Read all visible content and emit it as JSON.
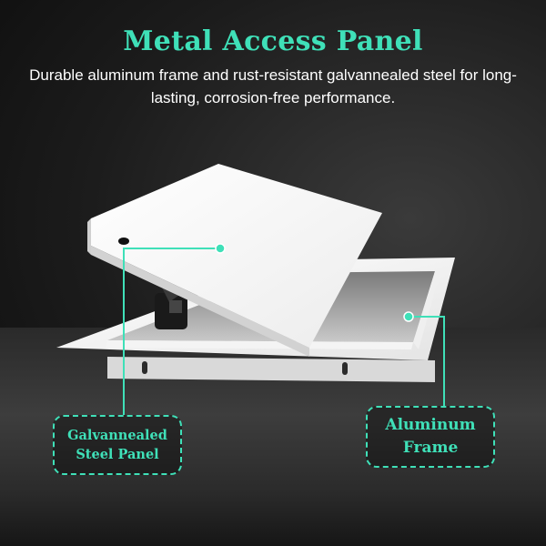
{
  "header": {
    "title": "Metal Access Panel",
    "subtitle": "Durable aluminum frame and rust-resistant galvannealed steel for long-lasting, corrosion-free performance."
  },
  "callouts": {
    "steel_panel": "Galvannealed Steel Panel",
    "aluminum_frame": "Aluminum Frame"
  },
  "colors": {
    "accent": "#3fe0b8",
    "text": "#ffffff",
    "background": "#1c1c1c"
  }
}
